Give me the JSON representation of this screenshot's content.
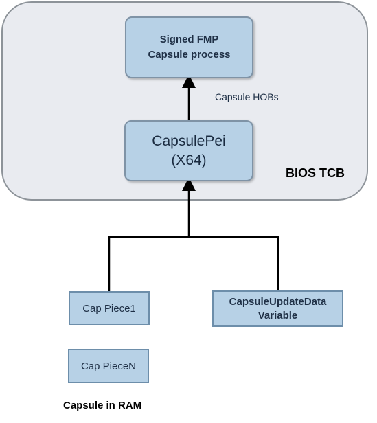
{
  "diagram": {
    "container_label": "BIOS TCB",
    "signed_box": {
      "line1": "Signed FMP",
      "line2": "Capsule process"
    },
    "pei_box": {
      "line1": "CapsulePei",
      "line2": "(X64)"
    },
    "edge_label": "Capsule HOBs",
    "cap_piece_1": "Cap Piece1",
    "cap_piece_n": "Cap PieceN",
    "capsule_variable": {
      "line1": "CapsuleUpdateData",
      "line2": "Variable"
    },
    "footer_label": "Capsule in RAM"
  },
  "colors": {
    "container_fill": "#e9ebf0",
    "box_fill": "#b7d1e6",
    "text_dark": "#1f3046"
  }
}
